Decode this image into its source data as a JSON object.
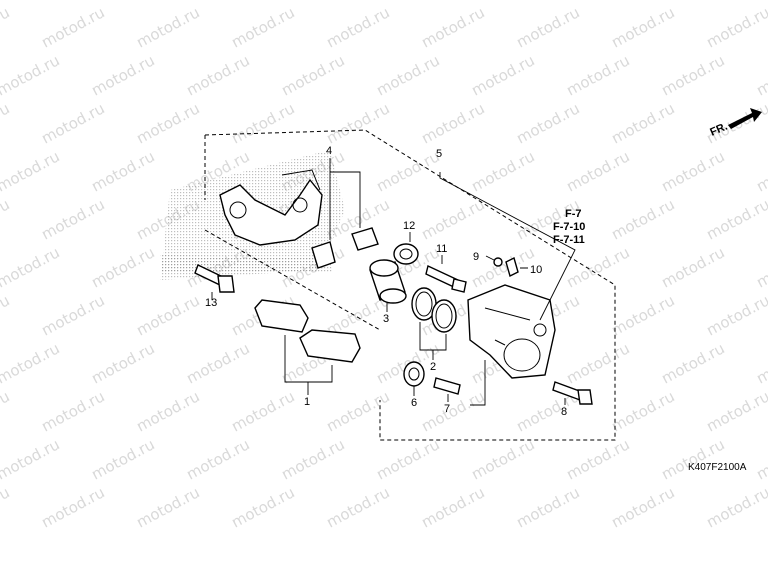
{
  "watermark": {
    "text": "motod.ru"
  },
  "direction": {
    "label": "FR."
  },
  "diagram_code": "K407F2100A",
  "reference_pages": [
    "F-7",
    "F-7-10",
    "F-7-11"
  ],
  "callouts": [
    "1",
    "2",
    "3",
    "4",
    "5",
    "6",
    "7",
    "8",
    "9",
    "10",
    "11",
    "12",
    "13"
  ]
}
